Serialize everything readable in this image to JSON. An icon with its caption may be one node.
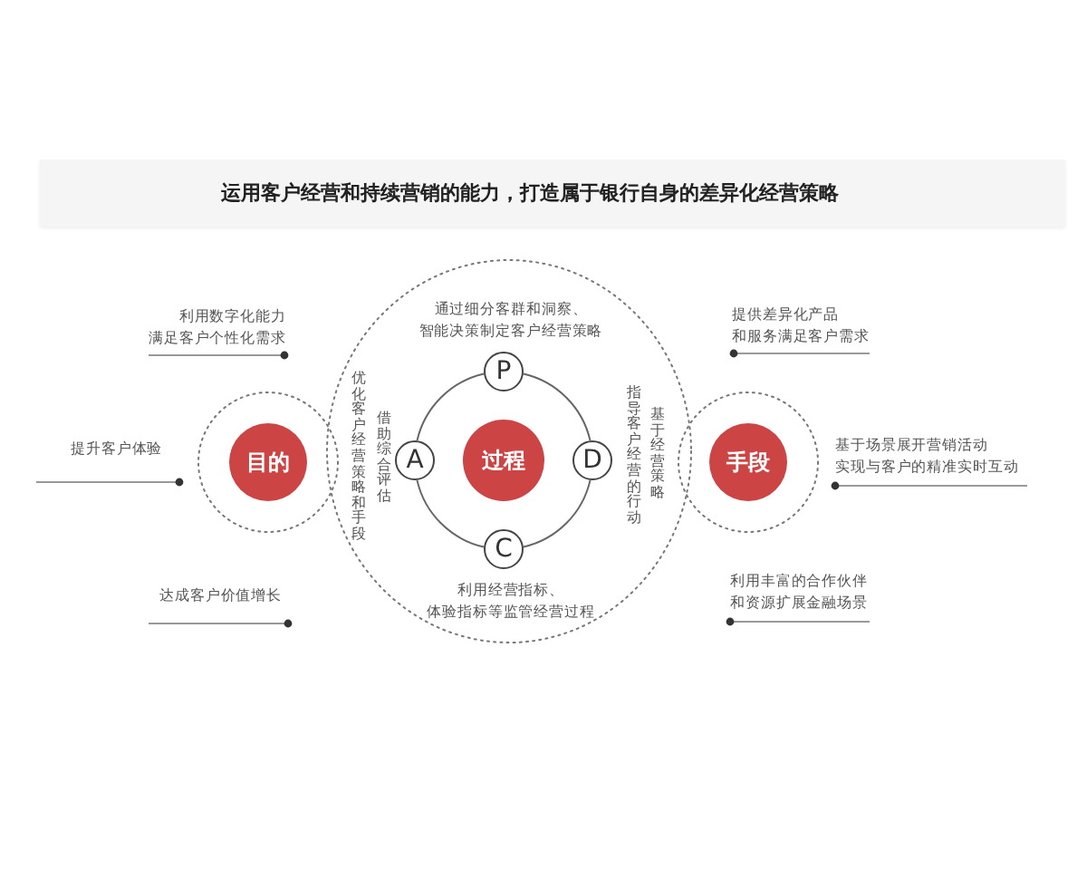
{
  "diagram": {
    "title": "运用客户经营和持续营销的能力，打造属于银行自身的差异化经营策略",
    "nodes": [
      {
        "text": [],
        "shape": "circle"
      },
      {
        "text": [
          "目的"
        ],
        "in": 0
      },
      {
        "text": [],
        "shape": "circle"
      },
      {
        "text": [
          "P"
        ],
        "in": 2,
        "beside": [
          "通过细分客群和洞察、智能决策制定客户经营策略"
        ]
      },
      {
        "text": [
          "A"
        ],
        "in": 2,
        "beside": [
          "借助综合评估",
          "优化客户经营策略和手段"
        ]
      },
      {
        "text": [
          "过程"
        ],
        "in": 2
      },
      {
        "text": [
          "D"
        ],
        "in": 2,
        "beside": [
          "基于经营策略",
          "指导客户经营的行动"
        ]
      },
      {
        "text": [
          "C"
        ],
        "in": 2,
        "beside": [
          "利用经营指标、体验指标等监管经营过程"
        ]
      },
      {
        "text": [],
        "shape": "circle"
      },
      {
        "text": [
          "手段"
        ],
        "in": 8
      }
    ],
    "edges": [
      {
        "from": 3,
        "to": 6,
        "arrow": "none"
      },
      {
        "from": 6,
        "to": 7,
        "arrow": "none"
      },
      {
        "from": 7,
        "to": 4,
        "arrow": "none"
      },
      {
        "from": 4,
        "to": 3,
        "arrow": "none"
      }
    ],
    "labels": [
      "利用数字化能力满足客户个性化需求",
      "提供差异化产品和服务满足客户需求",
      "提升客户体验",
      "基于场景展开营销活动实现与客户的精准实时互动",
      "达成客户价值增长",
      "利用丰富的合作伙伴和资源扩展金融场景"
    ]
  }
}
